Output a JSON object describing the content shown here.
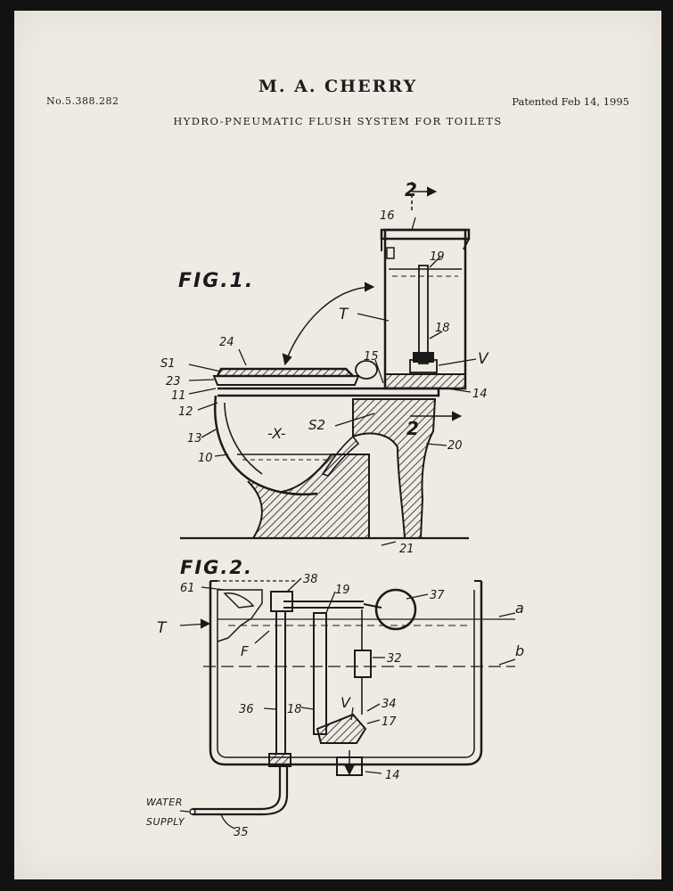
{
  "header": {
    "inventor": "M. A. CHERRY",
    "patent_number": "No.5.388.282",
    "patent_date": "Patented Feb 14, 1995",
    "title": "HYDRO-PNEUMATIC FLUSH SYSTEM FOR TOILETS"
  },
  "figure1": {
    "label": "FIG.1.",
    "callouts": [
      "2",
      "16",
      "19",
      "T",
      "18",
      "V",
      "24",
      "S1",
      "23",
      "11",
      "12",
      "13",
      "10",
      "15",
      "14",
      "-X-",
      "S2",
      "2",
      "20",
      "21"
    ]
  },
  "figure2": {
    "label": "FIG.2.",
    "callouts": [
      "61",
      "38",
      "19",
      "37",
      "a",
      "T",
      "F",
      "b",
      "32",
      "36",
      "18",
      "34",
      "V",
      "17",
      "14",
      "35"
    ],
    "supply_label_1": "WATER",
    "supply_label_2": "SUPPLY"
  }
}
